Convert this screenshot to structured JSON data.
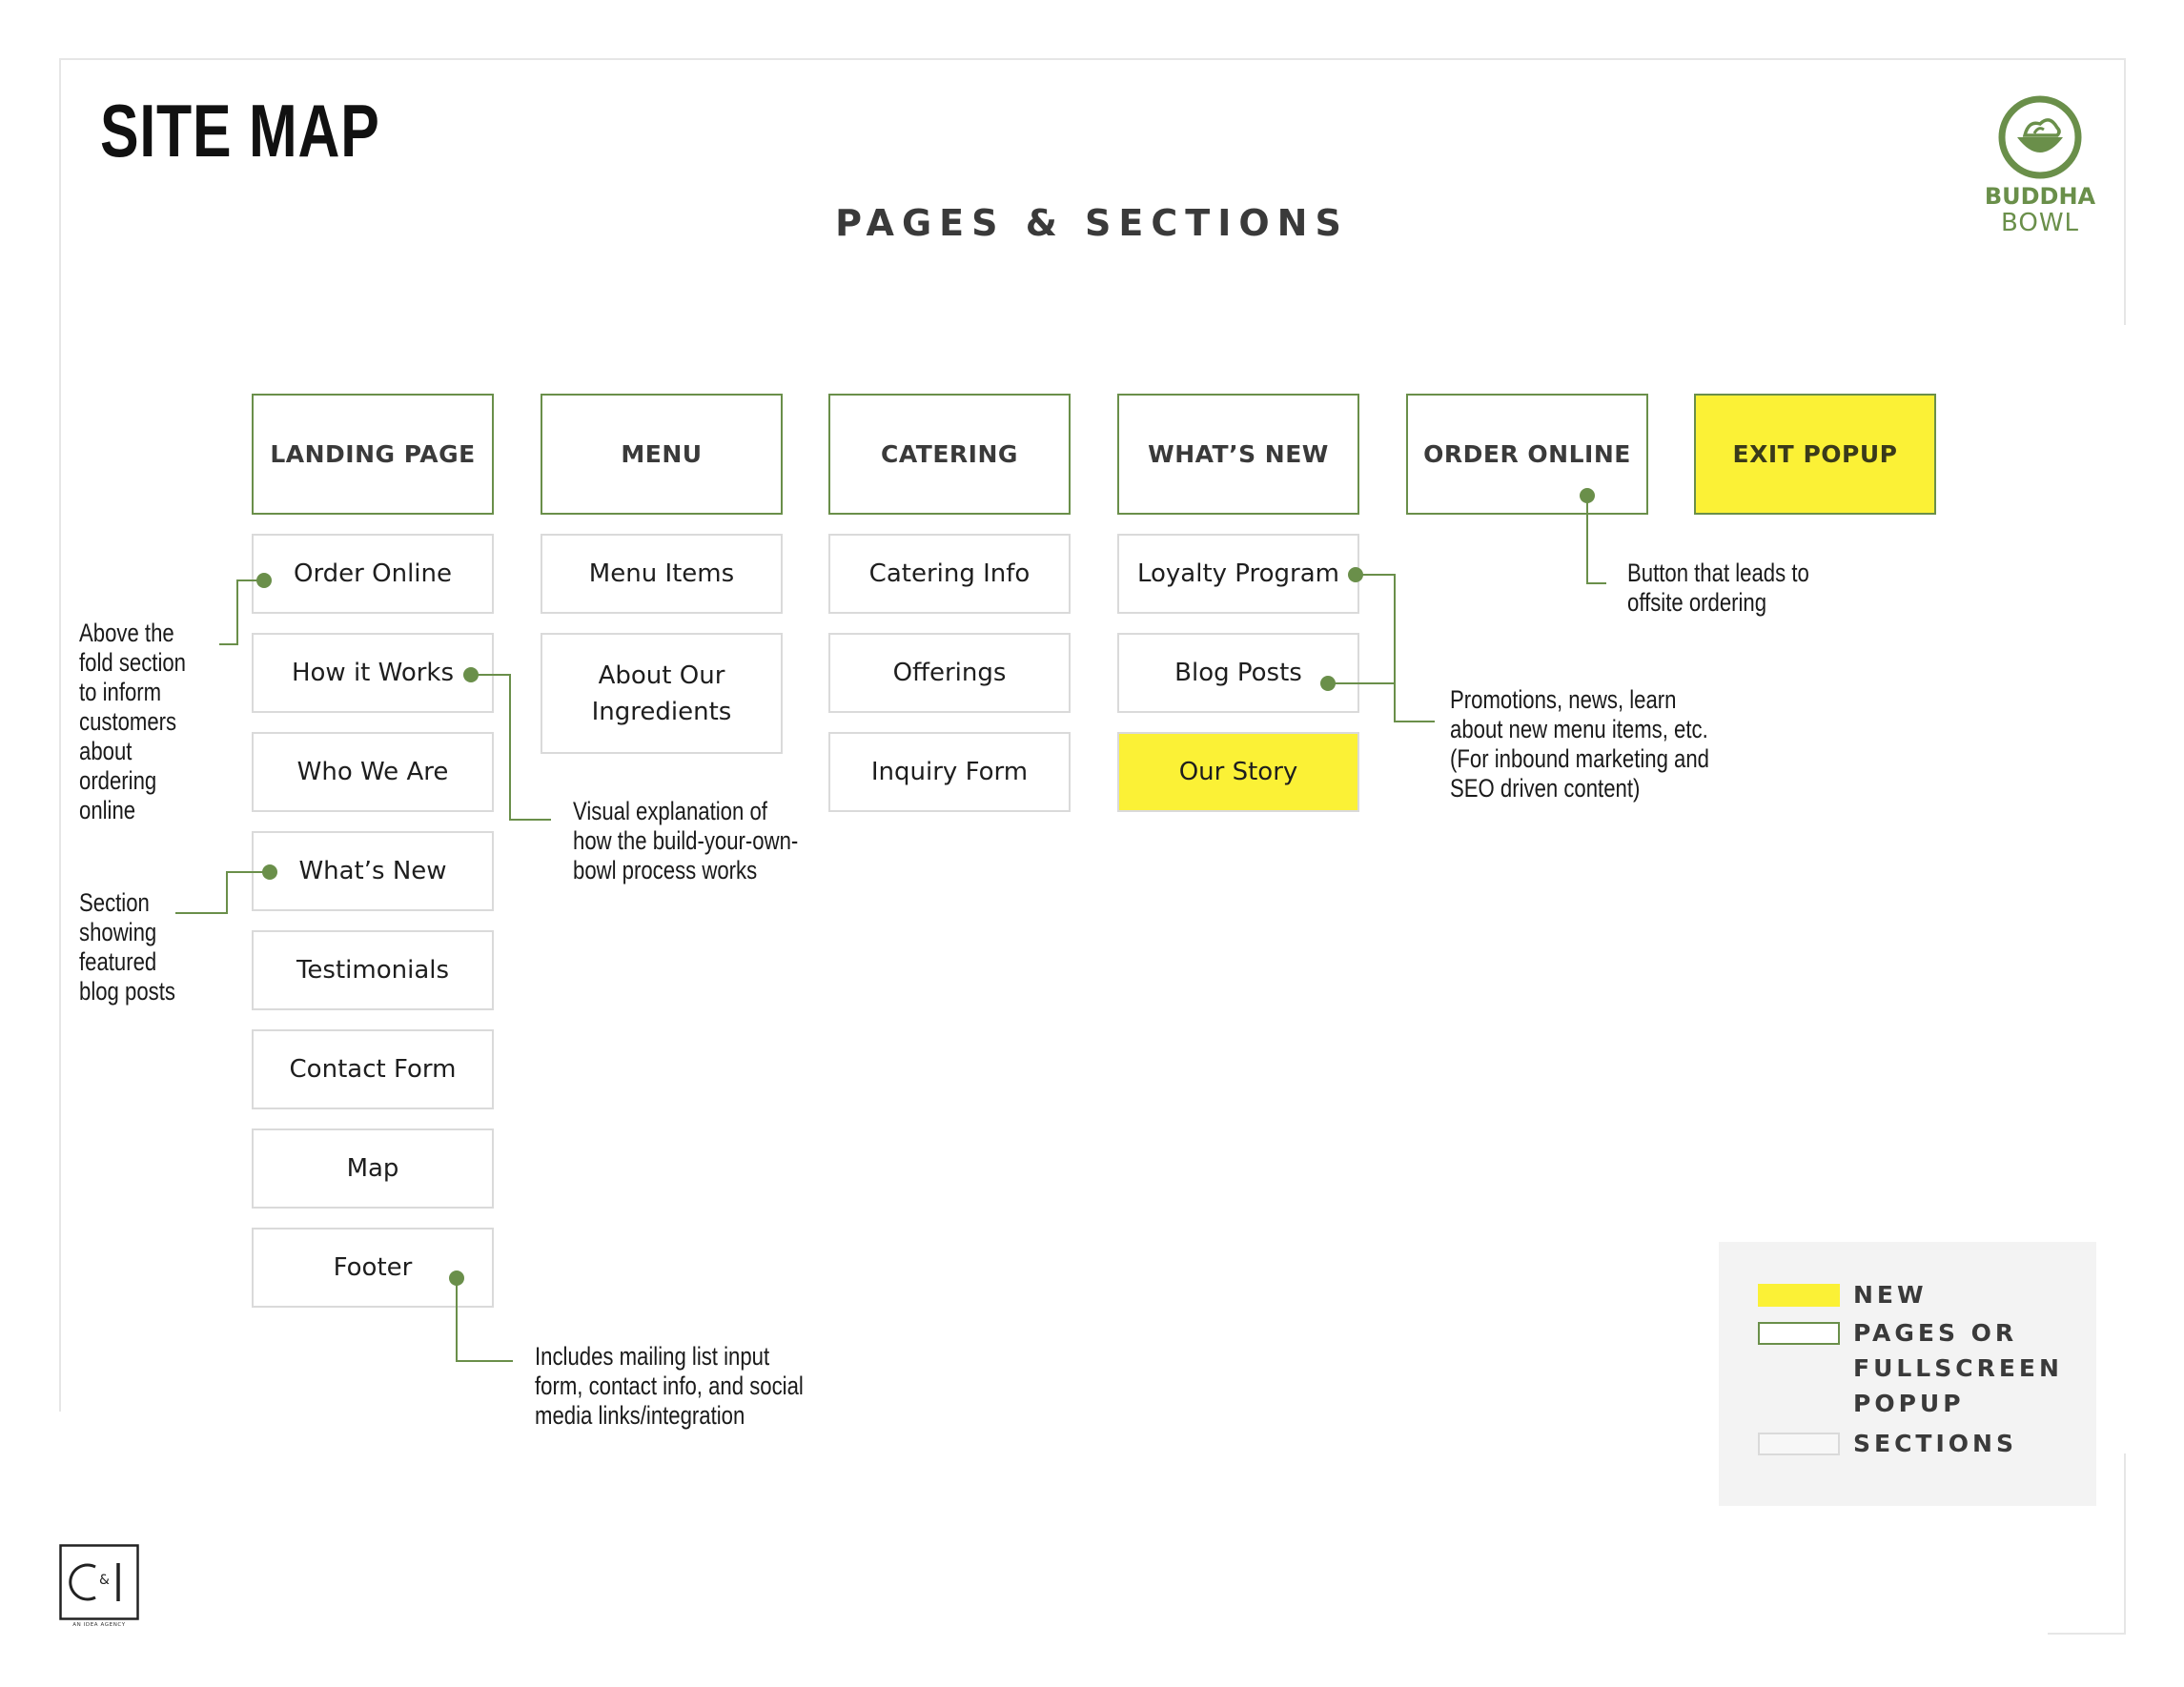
{
  "header": {
    "title": "SITE MAP",
    "subtitle": "PAGES & SECTIONS"
  },
  "logo": {
    "line1": "BUDDHA",
    "line2": "BOWL",
    "icon": "bowl-icon",
    "color": "#6a8f4a"
  },
  "colors": {
    "accent_green": "#6a8f4a",
    "new_yellow": "#fbf136",
    "section_border": "#dadada"
  },
  "pages": [
    {
      "label": "LANDING PAGE",
      "new": false,
      "sections": [
        {
          "label": "Order Online",
          "new": false
        },
        {
          "label": "How it Works",
          "new": false
        },
        {
          "label": "Who We Are",
          "new": false
        },
        {
          "label": "What’s New",
          "new": false
        },
        {
          "label": "Testimonials",
          "new": false
        },
        {
          "label": "Contact Form",
          "new": false
        },
        {
          "label": "Map",
          "new": false
        },
        {
          "label": "Footer",
          "new": false
        }
      ]
    },
    {
      "label": "MENU",
      "new": false,
      "sections": [
        {
          "label": "Menu Items",
          "new": false
        },
        {
          "label": "About Our Ingredients",
          "new": false
        }
      ]
    },
    {
      "label": "CATERING",
      "new": false,
      "sections": [
        {
          "label": "Catering Info",
          "new": false
        },
        {
          "label": "Offerings",
          "new": false
        },
        {
          "label": "Inquiry Form",
          "new": false
        }
      ]
    },
    {
      "label": "WHAT’S NEW",
      "new": false,
      "sections": [
        {
          "label": "Loyalty Program",
          "new": false
        },
        {
          "label": "Blog Posts",
          "new": false
        },
        {
          "label": "Our Story",
          "new": true
        }
      ]
    },
    {
      "label": "ORDER ONLINE",
      "new": false,
      "sections": []
    },
    {
      "label": "EXIT POPUP",
      "new": true,
      "sections": []
    }
  ],
  "annotations": {
    "above_fold": "Above the\nfold section\nto inform\ncustomers\nabout\nordering\nonline",
    "featured_blog": "Section\nshowing\nfeatured\nblog posts",
    "how_it_works": "Visual explanation of\nhow the build-your-own-\nbowl process works",
    "footer": "Includes mailing list input\nform, contact info, and social\nmedia links/integration",
    "offsite_ordering": "Button that leads to\noffsite ordering",
    "promotions": "Promotions, news, learn\nabout new menu items, etc.\n(For inbound marketing and\nSEO driven content)"
  },
  "legend": {
    "new": "NEW",
    "pages": "PAGES OR\nFULLSCREEN\nPOPUP",
    "sections": "SECTIONS"
  },
  "agency": {
    "mark": "C&I",
    "tagline": "AN IDEA AGENCY"
  }
}
